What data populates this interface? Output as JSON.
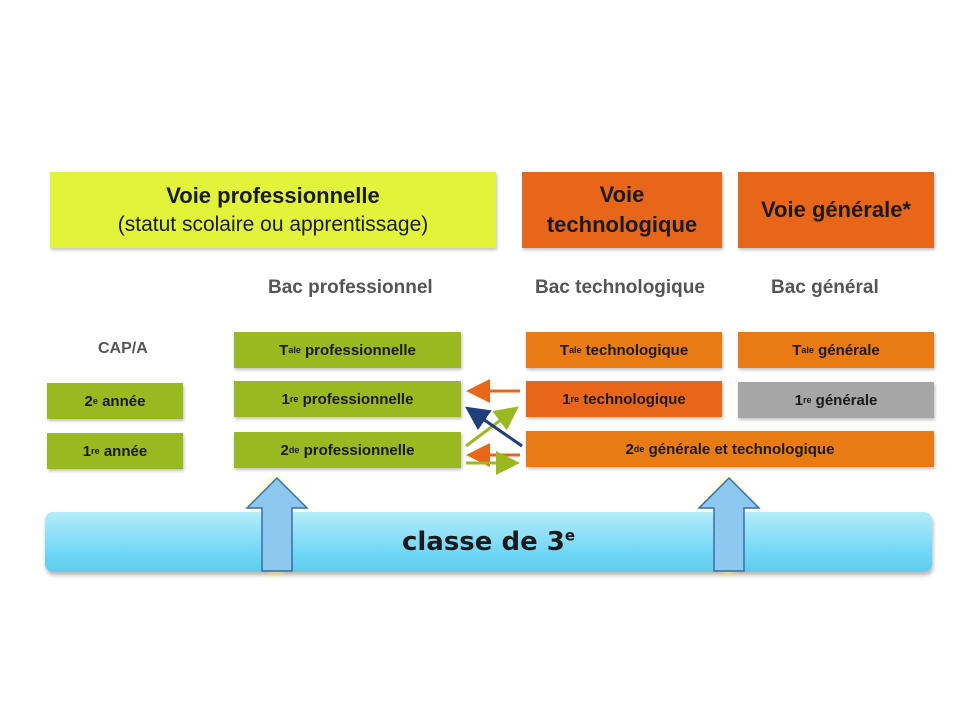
{
  "headers": {
    "professional": {
      "title": "Voie professionnelle",
      "subtitle": "(statut scolaire ou apprentissage)"
    },
    "technological": {
      "line1": "Voie",
      "line2": "technologique"
    },
    "general": {
      "title": "Voie générale*"
    }
  },
  "labels": {
    "bac_pro": "Bac professionnel",
    "bac_tech": "Bac technologique",
    "bac_gen": "Bac général",
    "cap": "CAP/A"
  },
  "cap": {
    "year2": {
      "num": "2",
      "sup": "e",
      "text": " année"
    },
    "year1": {
      "num": "1",
      "sup": "re",
      "text": " année"
    }
  },
  "pro": {
    "terminale": {
      "num": "T",
      "sup": "ale",
      "text": " professionnelle"
    },
    "premiere": {
      "num": "1",
      "sup": "re",
      "text": " professionnelle"
    },
    "seconde": {
      "num": "2",
      "sup": "de",
      "text": " professionnelle"
    }
  },
  "tech": {
    "terminale": {
      "num": "T",
      "sup": "ale",
      "text": " technologique"
    },
    "premiere": {
      "num": "1",
      "sup": "re",
      "text": " technologique"
    }
  },
  "gen": {
    "terminale": {
      "num": "T",
      "sup": "ale",
      "text": " générale"
    },
    "premiere": {
      "num": "1",
      "sup": "re",
      "text": " générale"
    }
  },
  "seconde_gt": {
    "num": "2",
    "sup": "de",
    "text": " générale et technologique"
  },
  "base": {
    "text": "classe de 3",
    "sup": "e"
  },
  "colors": {
    "pro_green": "#9ab81f",
    "header_yellow": "#e2f43a",
    "orange": "#e8661a",
    "arrow_blue": "#1f3f7a",
    "base_blue": "#6fd6f5",
    "up_arrow_fill": "#8cc8f0",
    "glow": "#f2f77a"
  },
  "icons": {
    "up_arrow": "up-arrow-icon",
    "cross_arrows": "cross-arrows-icon"
  }
}
